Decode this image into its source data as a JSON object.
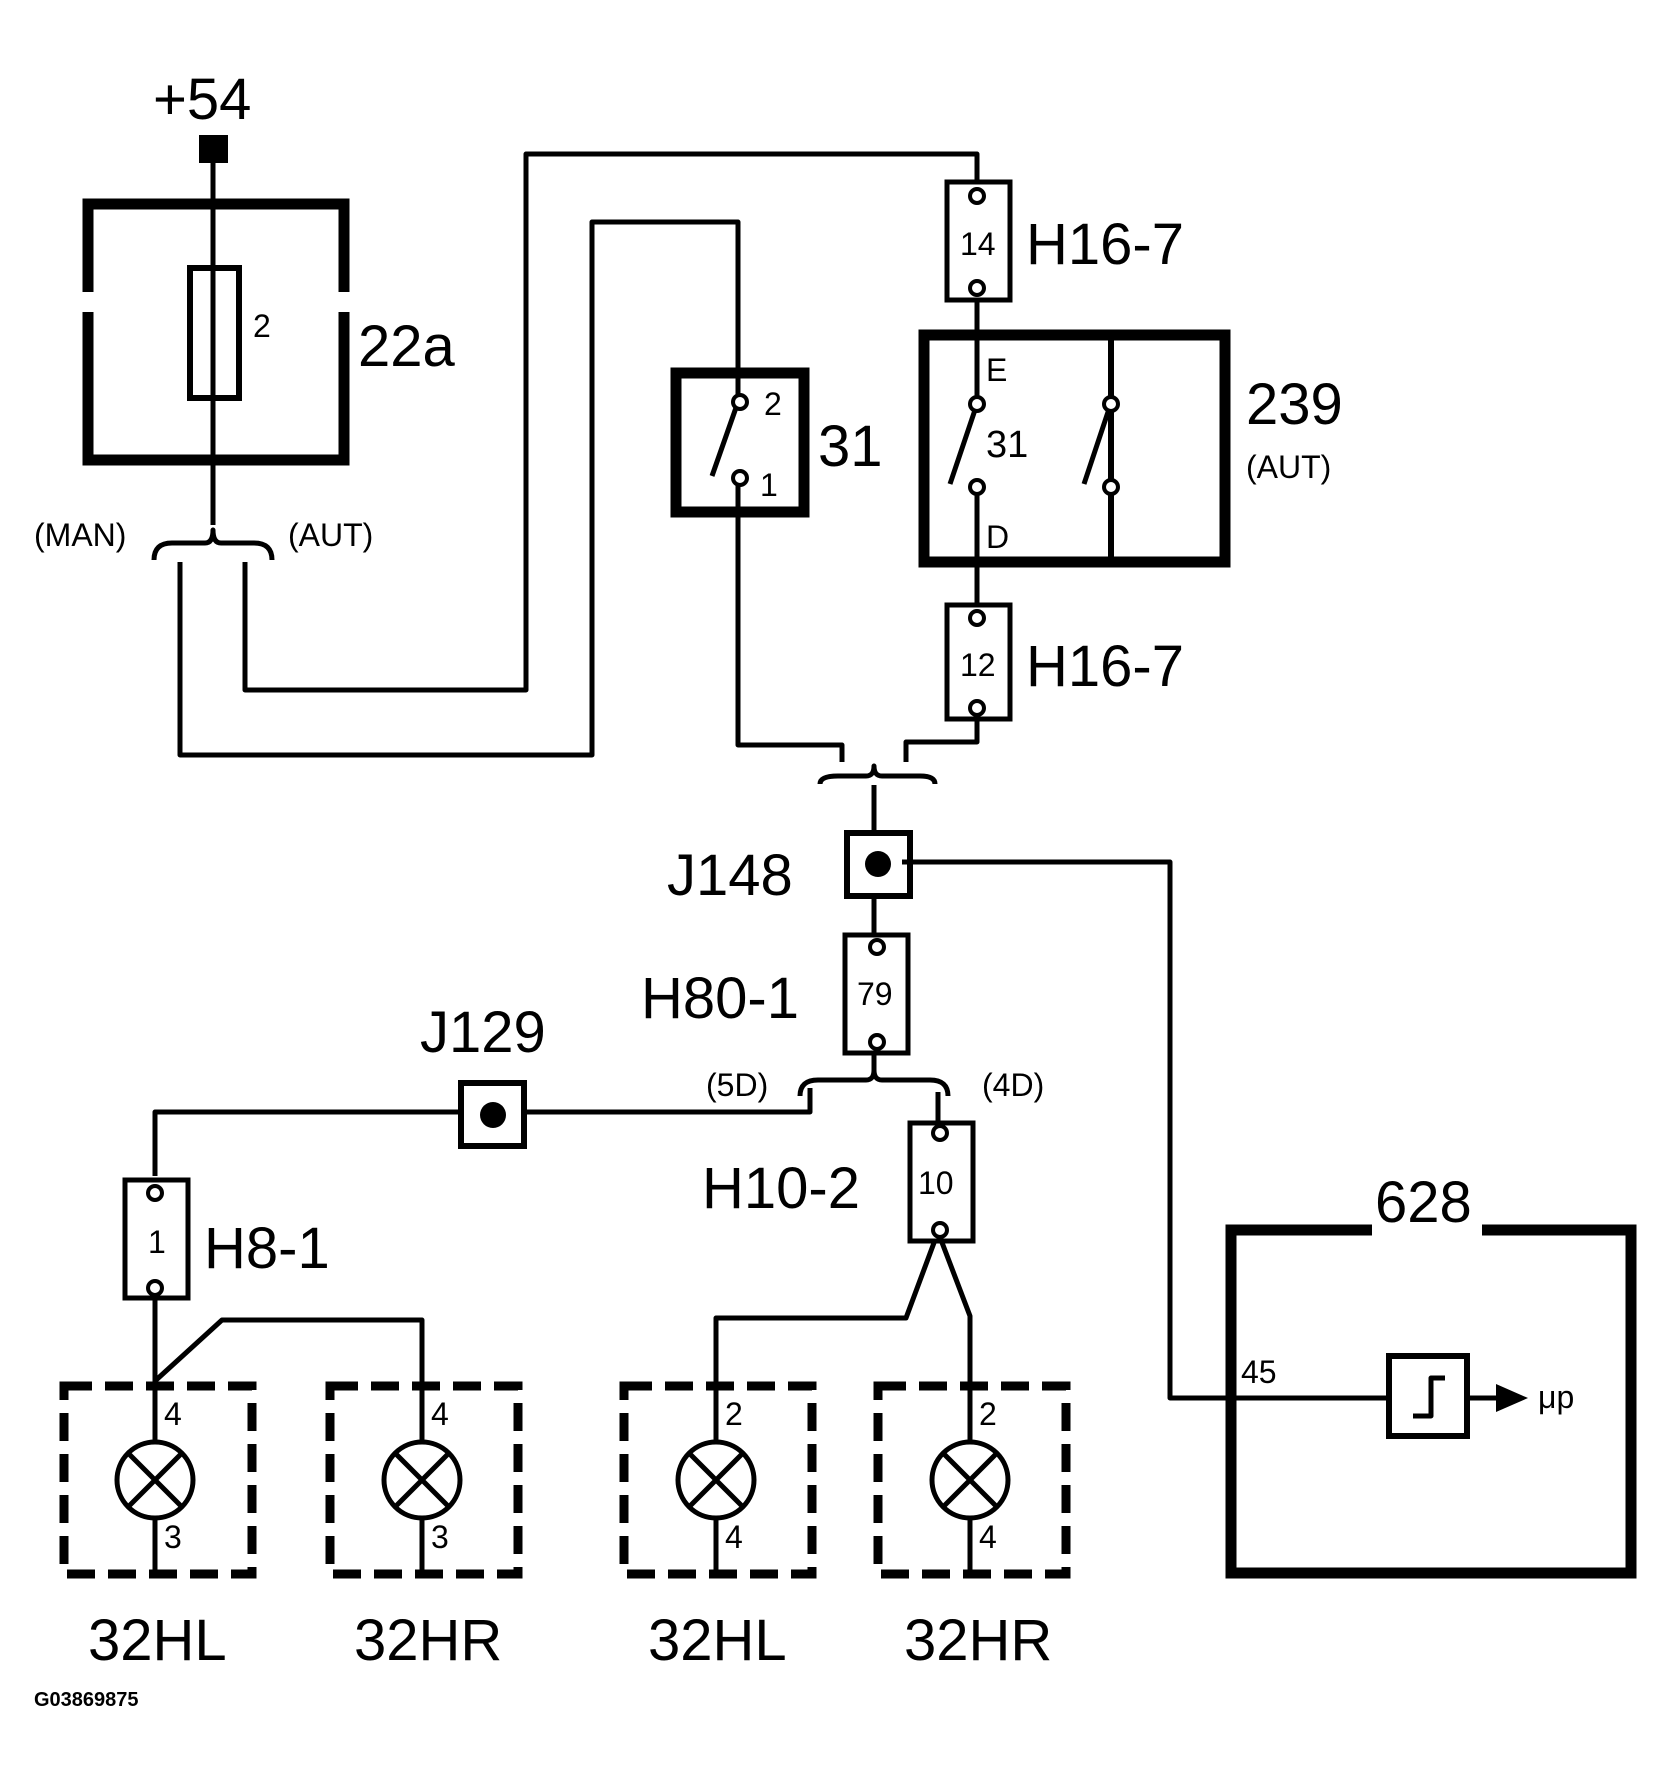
{
  "power": {
    "label": "+54"
  },
  "fuse_box": {
    "label": "22a",
    "fuse_number": "2"
  },
  "fuse_branches": {
    "left": "(MAN)",
    "right": "(AUT)"
  },
  "switch31": {
    "label": "31",
    "pin_top": "2",
    "pin_bottom": "1"
  },
  "connector_top": {
    "label": "H16-7",
    "pin": "14"
  },
  "connector_bottom": {
    "label": "H16-7",
    "pin": "12"
  },
  "module239": {
    "label": "239",
    "sublabel": "(AUT)",
    "pin_e": "E",
    "pin_31": "31",
    "pin_d": "D"
  },
  "junction148": {
    "label": "J148"
  },
  "connector_h80": {
    "label": "H80-1",
    "pin": "79"
  },
  "door_branches": {
    "left": "(5D)",
    "right": "(4D)"
  },
  "junction129": {
    "label": "J129"
  },
  "connector_h10": {
    "label": "H10-2",
    "pin": "10"
  },
  "connector_h8": {
    "label": "H8-1",
    "pin": "1"
  },
  "module628": {
    "label": "628",
    "pin": "45",
    "output": "μp"
  },
  "lamps": [
    {
      "label": "32HL",
      "pin_top": "4",
      "pin_bottom": "3"
    },
    {
      "label": "32HR",
      "pin_top": "4",
      "pin_bottom": "3"
    },
    {
      "label": "32HL",
      "pin_top": "2",
      "pin_bottom": "4"
    },
    {
      "label": "32HR",
      "pin_top": "2",
      "pin_bottom": "4"
    }
  ],
  "figure_id": "G03869875",
  "colors": {
    "line": "#000000",
    "background": "#ffffff"
  }
}
